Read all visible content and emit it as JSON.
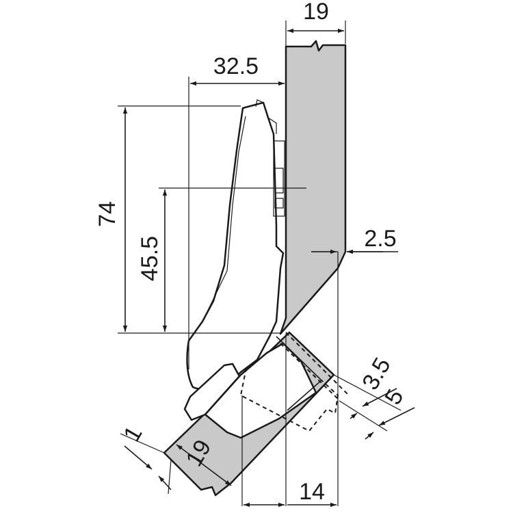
{
  "dimensions": {
    "top_panel_thickness": "19",
    "hinge_projection": "32.5",
    "arm_height": "74",
    "cup_centre_height": "45.5",
    "panel_edge_offset": "2.5",
    "cup_drilling_depth": "3.5",
    "door_gap": "5",
    "edge_distance": "1",
    "door_thickness": "19",
    "bottom_offset": "14"
  },
  "colors": {
    "panel_fill": "#c9c9c9",
    "line": "#1a1a1a",
    "background": "#ffffff"
  }
}
